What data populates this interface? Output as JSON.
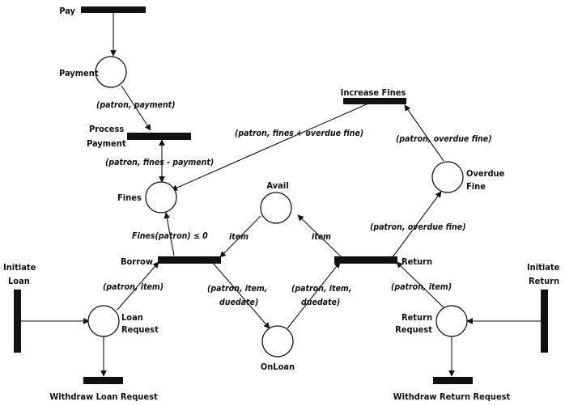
{
  "places": {
    "payment": "Payment",
    "fines": "Fines",
    "avail": "Avail",
    "onloan": "OnLoan",
    "loan_request": [
      "Loan",
      "Request"
    ],
    "return_request": [
      "Return",
      "Request"
    ],
    "overdue_fine": [
      "Overdue",
      "Fine"
    ]
  },
  "transitions": {
    "pay": "Pay",
    "process_payment": [
      "Process",
      "Payment"
    ],
    "increase_fines": "Increase Fines",
    "borrow": "Borrow",
    "return": "Return",
    "initiate_loan": [
      "Initiate",
      "Loan"
    ],
    "initiate_return": [
      "Initiate",
      "Return"
    ],
    "withdraw_loan": "Withdraw Loan Request",
    "withdraw_return": "Withdraw Return Request"
  },
  "arcs": {
    "patron_payment": "(patron, payment)",
    "patron_fines_payment": "(patron, fines - payment)",
    "patron_fines_overdue": "(patron, fines + overdue fine)",
    "patron_overdue_top": "(patron, overdue fine)",
    "patron_overdue_mid": "(patron, overdue fine)",
    "fines_guard": "Fines(patron) ≤ 0",
    "item_left": "item",
    "item_right": "item",
    "patron_item_left": "(patron, item)",
    "patron_item_right": "(patron, item)",
    "patron_item_duedate_left": [
      "(patron, item,",
      "duedate)"
    ],
    "patron_item_duedate_right": [
      "(patron, item,",
      "duedate)"
    ]
  }
}
